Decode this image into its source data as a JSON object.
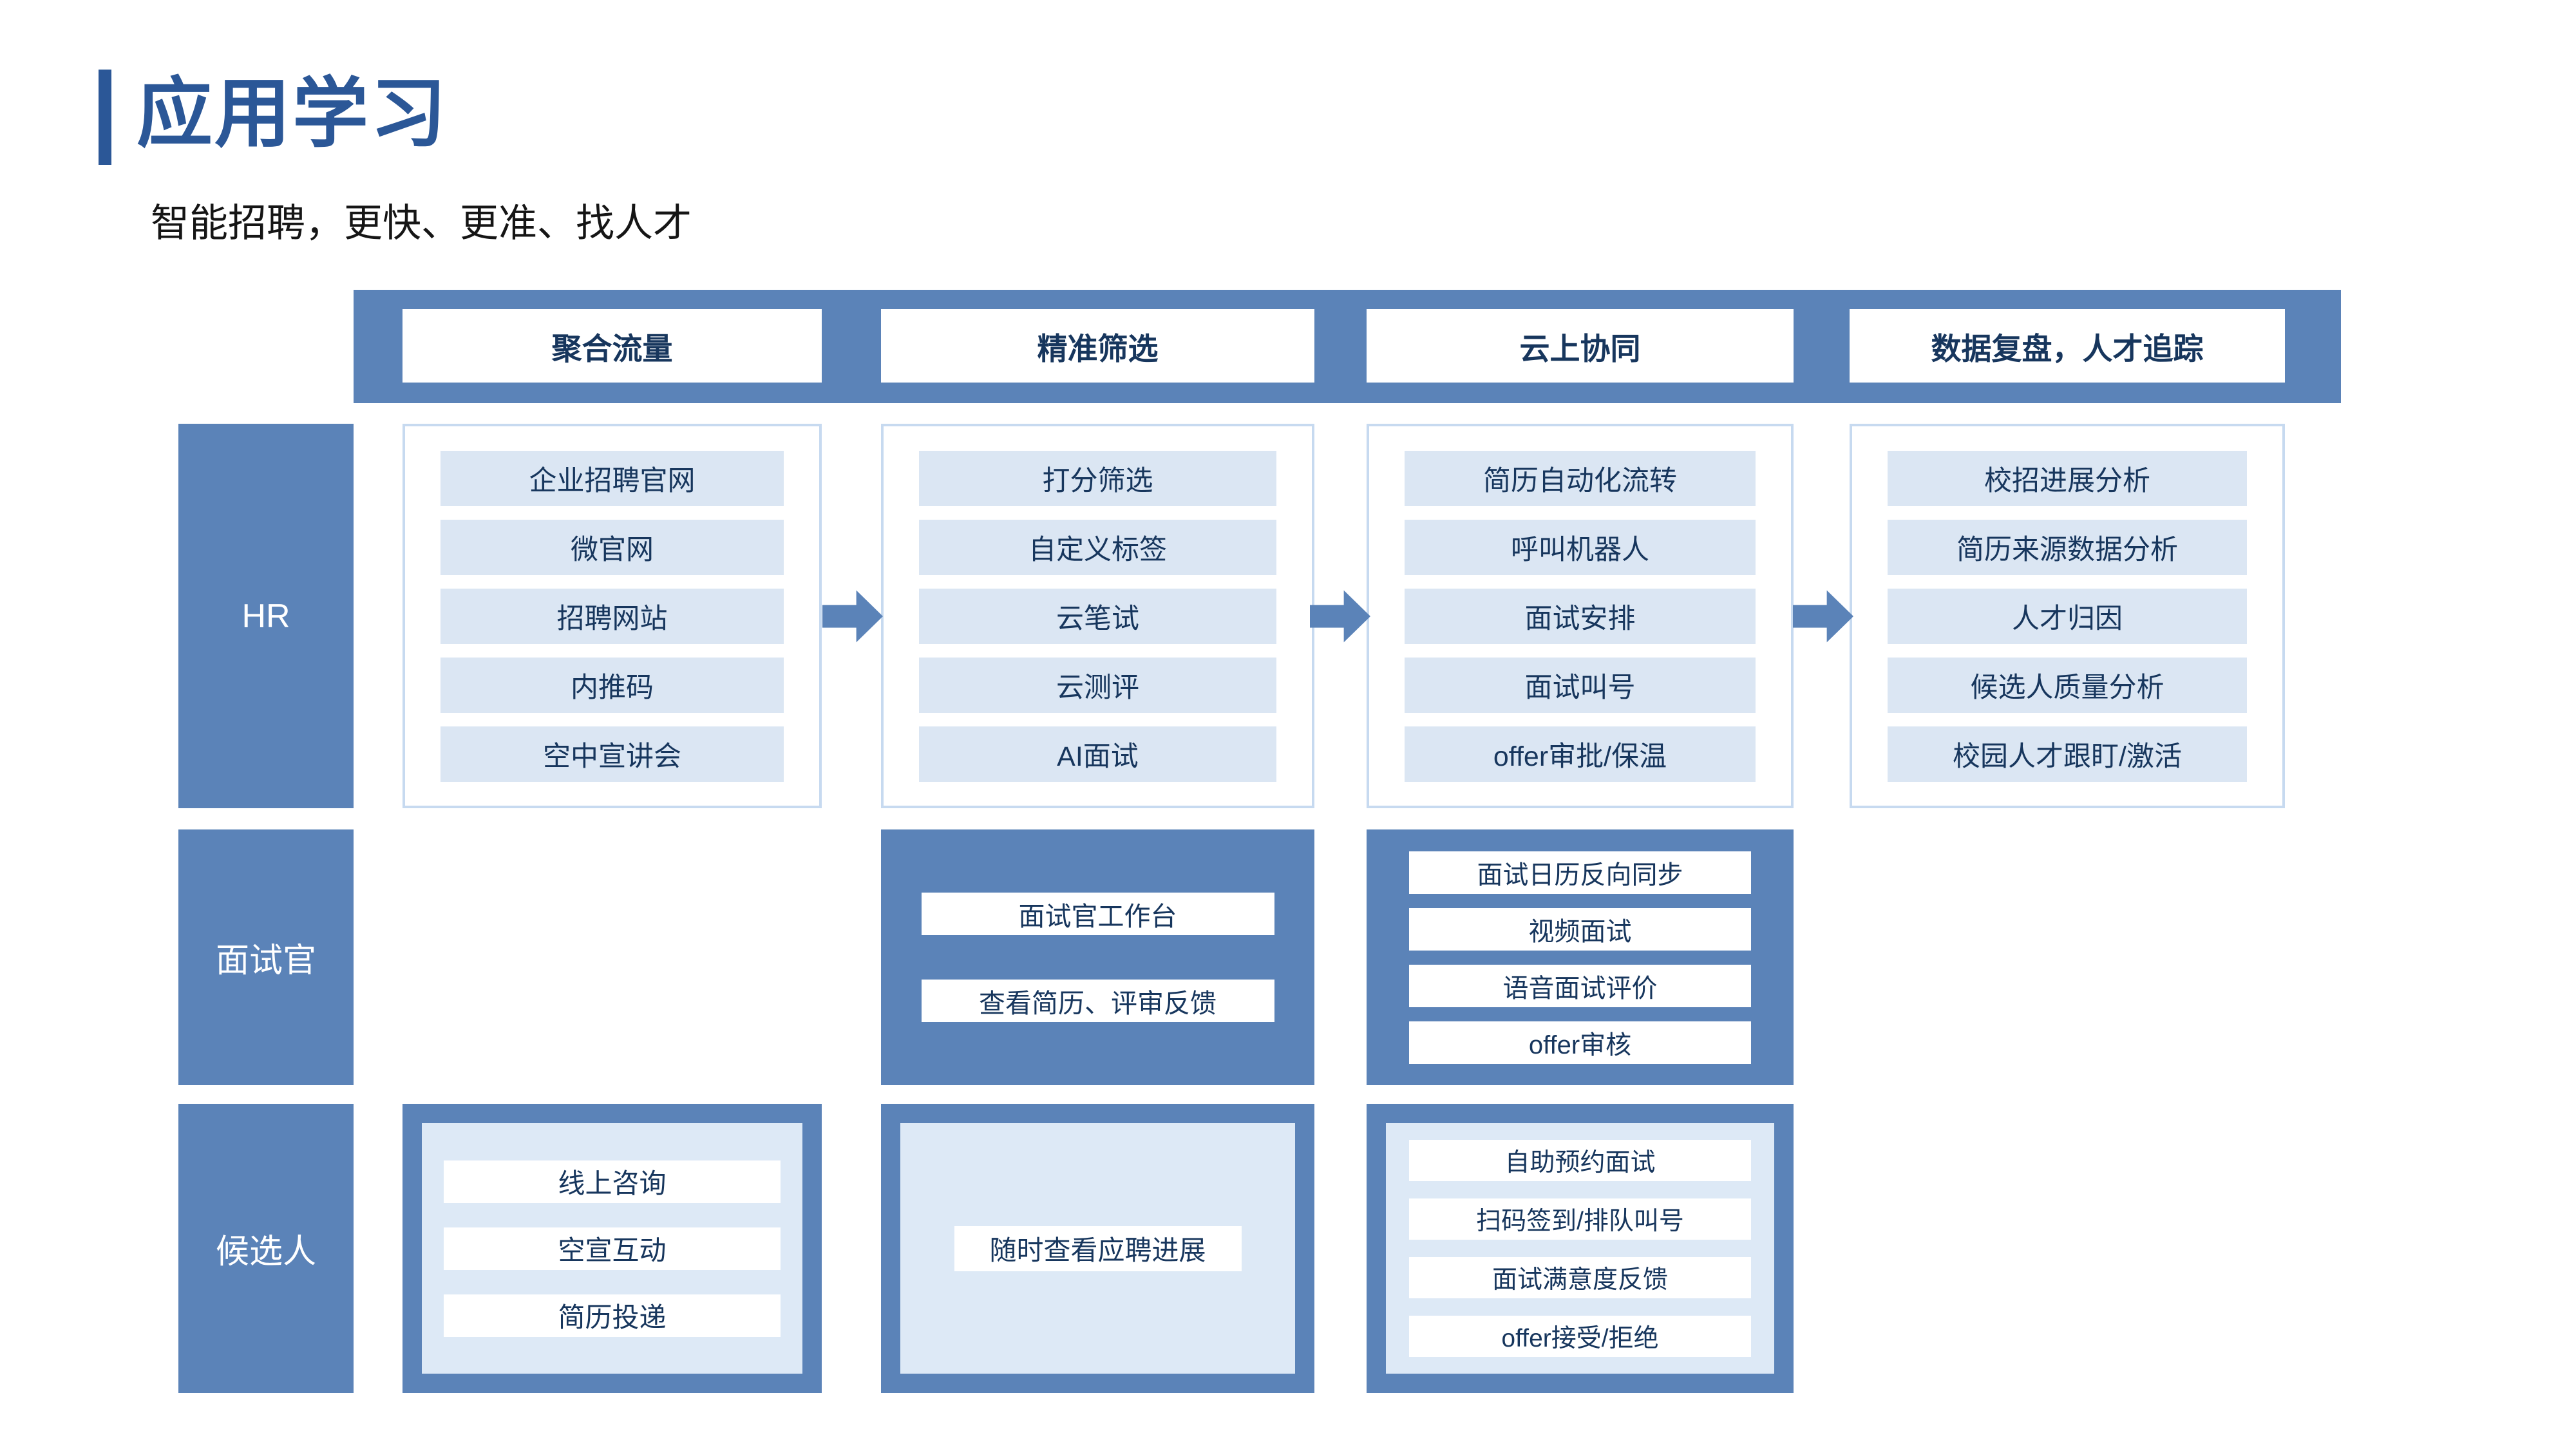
{
  "slide": {
    "title": "应用学习",
    "subtitle": "智能招聘，更快、更准、找人才"
  },
  "colors": {
    "accent_blue": "#5b83b8",
    "title_blue": "#2b5797",
    "navy_text": "#17365d",
    "item_fill": "#dbe6f3",
    "panel_fill": "#dde9f6",
    "panel_border": "#c7daf0",
    "subtitle_text": "#151515"
  },
  "stages": [
    "聚合流量",
    "精准筛选",
    "云上协同",
    "数据复盘，人才追踪"
  ],
  "roles": [
    "HR",
    "面试官",
    "候选人"
  ],
  "hr_cols": [
    [
      "企业招聘官网",
      "微官网",
      "招聘网站",
      "内推码",
      "空中宣讲会"
    ],
    [
      "打分筛选",
      "自定义标签",
      "云笔试",
      "云测评",
      "AI面试"
    ],
    [
      "简历自动化流转",
      "呼叫机器人",
      "面试安排",
      "面试叫号",
      "offer审批/保温"
    ],
    [
      "校招进展分析",
      "简历来源数据分析",
      "人才归因",
      "候选人质量分析",
      "校园人才跟盯/激活"
    ]
  ],
  "interviewer": {
    "screening": [
      "面试官工作台",
      "查看简历、评审反馈"
    ],
    "collaboration": [
      "面试日历反向同步",
      "视频面试",
      "语音面试评价",
      "offer审核"
    ]
  },
  "candidate": {
    "traffic": [
      "线上咨询",
      "空宣互动",
      "简历投递"
    ],
    "screening": [
      "随时查看应聘进展"
    ],
    "collaboration": [
      "自助预约面试",
      "扫码签到/排队叫号",
      "面试满意度反馈",
      "offer接受/拒绝"
    ]
  }
}
